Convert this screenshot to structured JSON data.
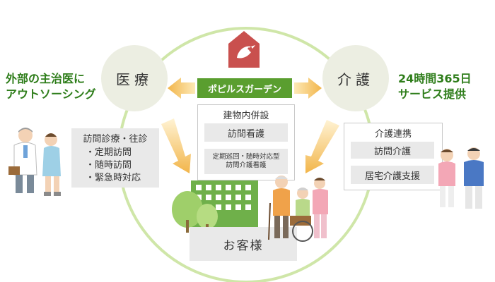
{
  "colors": {
    "circle": "#cfe6a8",
    "node": "#eceee2",
    "brand": "#c9504e",
    "green_bar": "#5a9e2f",
    "arrow": "#f2b54a",
    "gray_box": "#e9e9e9"
  },
  "brand": {
    "logo_icon": "house-bird-icon",
    "name": "ポピルスガーデン"
  },
  "left_caption": {
    "line1": "外部の主治医に",
    "line2": "アウトソーシング"
  },
  "right_caption": {
    "line1": "24時間365日",
    "line2": "サービス提供"
  },
  "nodes": {
    "medical": "医療",
    "care": "介護",
    "customer": "お客様"
  },
  "left_panel": {
    "title": "訪問診療・往診",
    "items": [
      "・定期訪問",
      "・随時訪問",
      "・緊急時対応"
    ]
  },
  "center_panel": {
    "title": "建物内併設",
    "item1": "訪問看護",
    "item2_line1": "定期巡回・随時対応型",
    "item2_line2": "訪問介護看護"
  },
  "right_panel": {
    "title": "介護連携",
    "item1": "訪問介護",
    "item2": "居宅介護支援"
  },
  "illustrations": {
    "doctor_nurse": "doctor-nurse-icon",
    "caregivers": "caregivers-icon",
    "elderly": "elderly-wheelchair-icon",
    "building": "building-icon"
  }
}
